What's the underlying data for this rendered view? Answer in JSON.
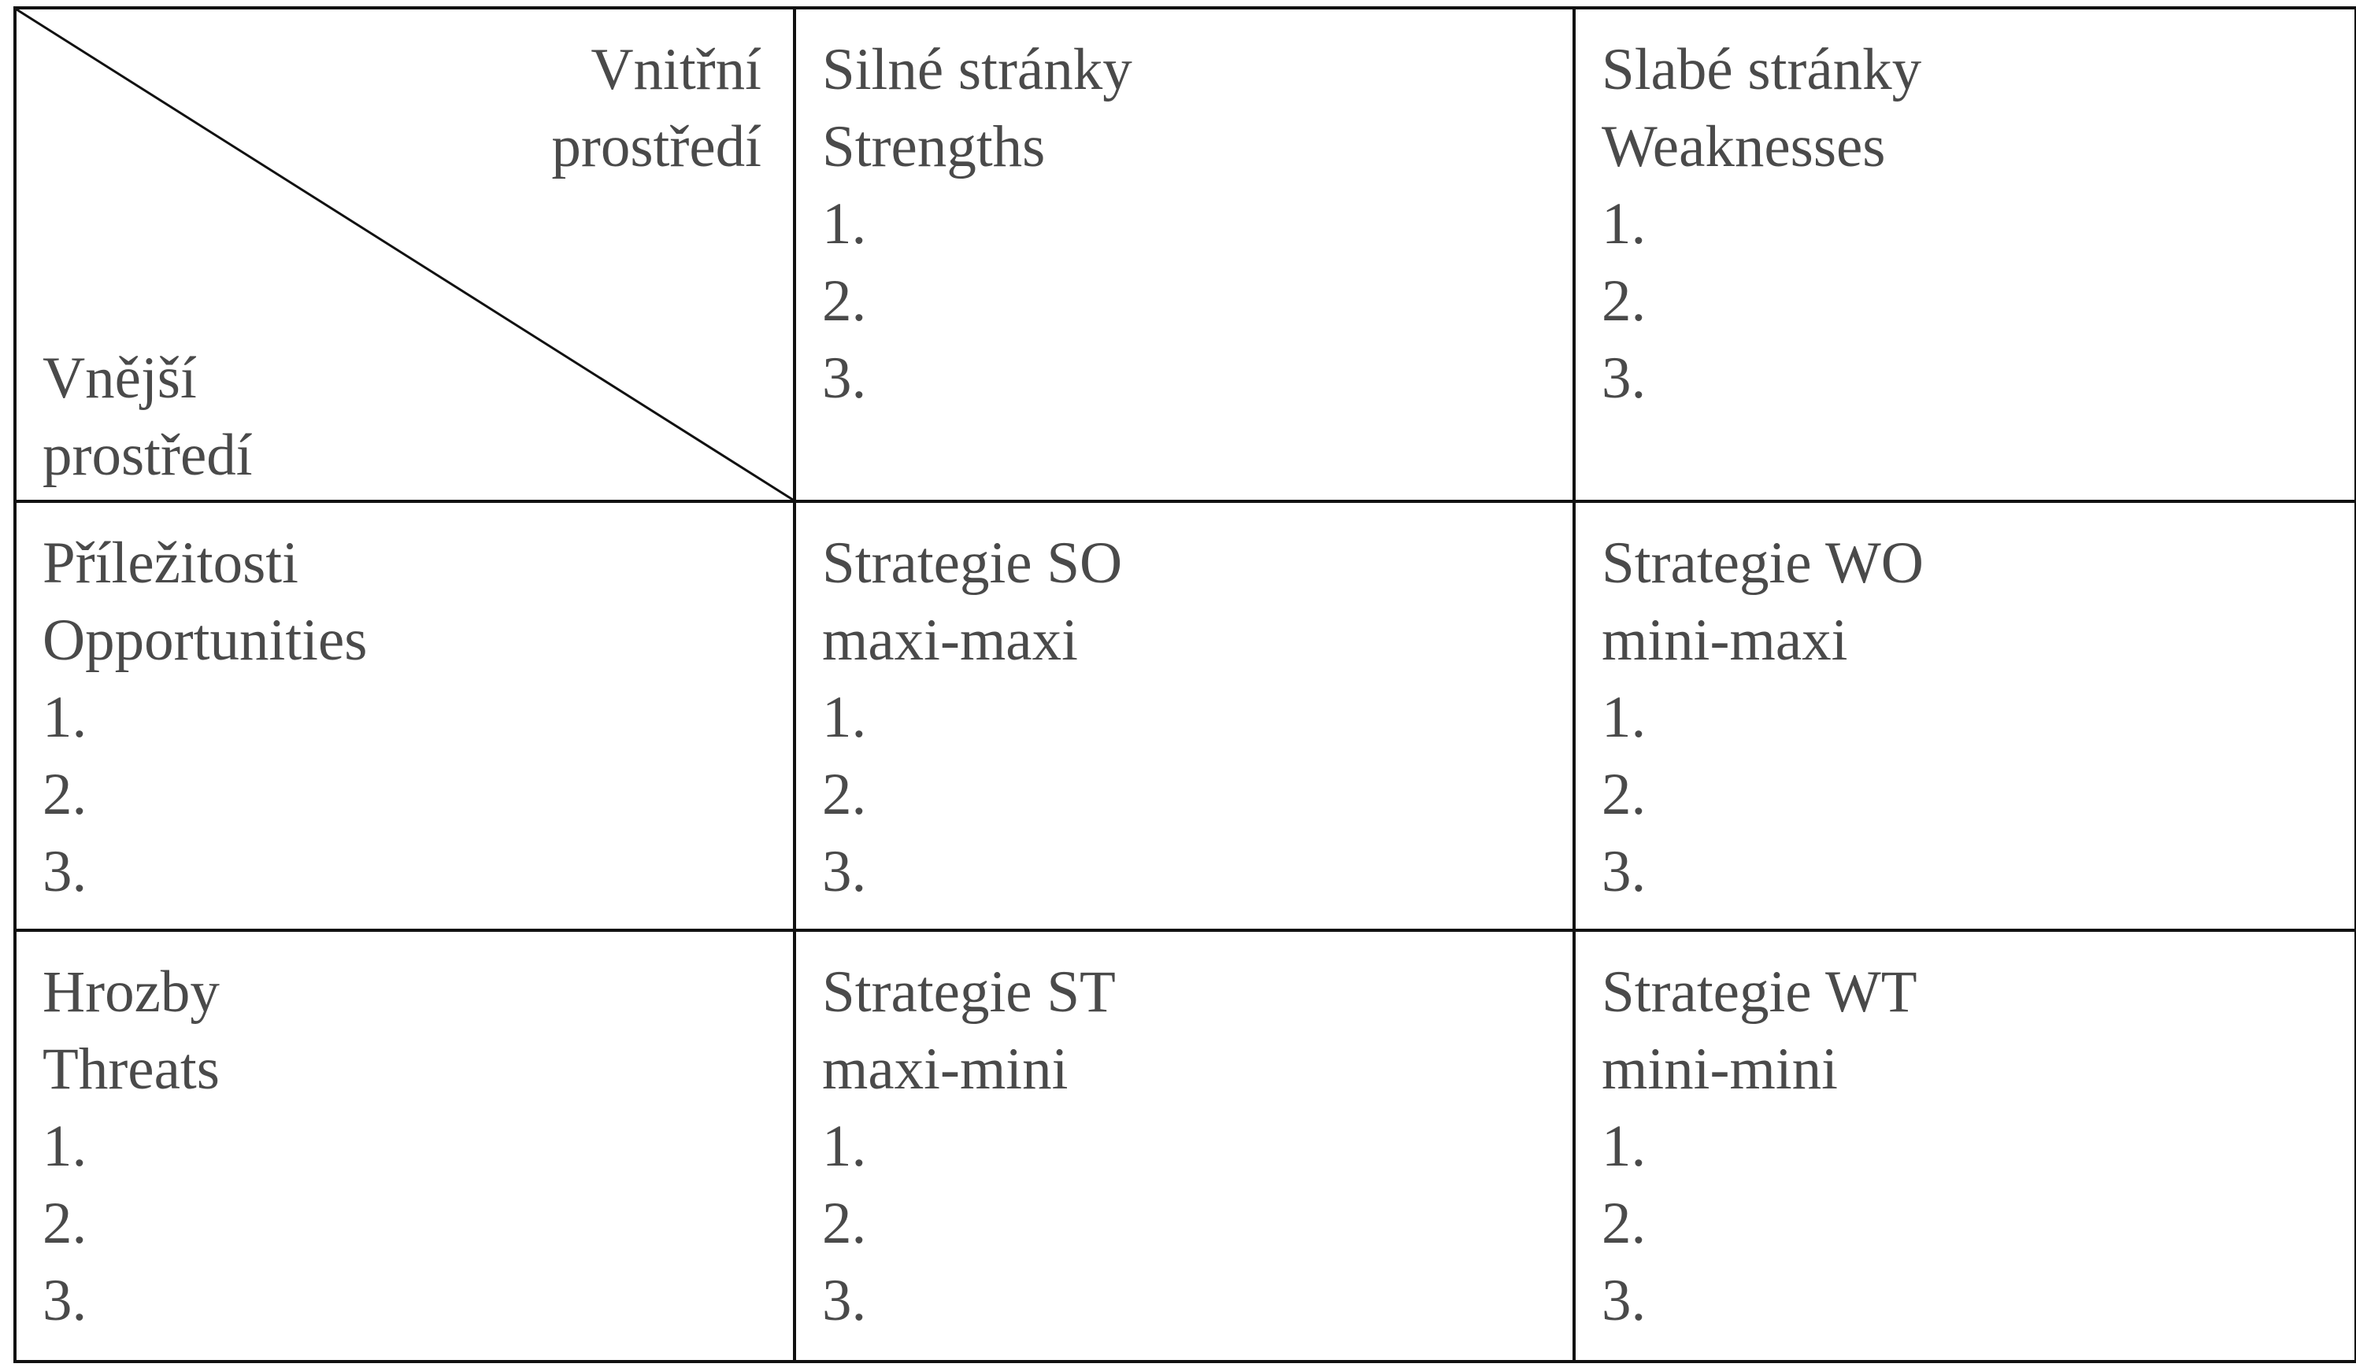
{
  "corner": {
    "internal_line1": "Vnitřní",
    "internal_line2": "prostředí",
    "external_line1": "Vnější",
    "external_line2": "prostředí"
  },
  "strengths": {
    "title_cz": "Silné stránky",
    "title_en": "Strengths",
    "items": [
      "1.",
      "2.",
      "3."
    ]
  },
  "weaknesses": {
    "title_cz": "Slabé stránky",
    "title_en": "Weaknesses",
    "items": [
      "1.",
      "2.",
      "3."
    ]
  },
  "opportunities": {
    "title_cz": "Příležitosti",
    "title_en": "Opportunities",
    "items": [
      "1.",
      "2.",
      "3."
    ]
  },
  "threats": {
    "title_cz": "Hrozby",
    "title_en": "Threats",
    "items": [
      "1.",
      "2.",
      "3."
    ]
  },
  "so": {
    "title": "Strategie SO",
    "subtitle": "maxi-maxi",
    "items": [
      "1.",
      "2.",
      "3."
    ]
  },
  "wo": {
    "title": "Strategie WO",
    "subtitle": "mini-maxi",
    "items": [
      "1.",
      "2.",
      "3."
    ]
  },
  "st": {
    "title": "Strategie ST",
    "subtitle": "maxi-mini",
    "items": [
      "1.",
      "2.",
      "3."
    ]
  },
  "wt": {
    "title": "Strategie WT",
    "subtitle": "mini-mini",
    "items": [
      "1.",
      "2.",
      "3."
    ]
  }
}
